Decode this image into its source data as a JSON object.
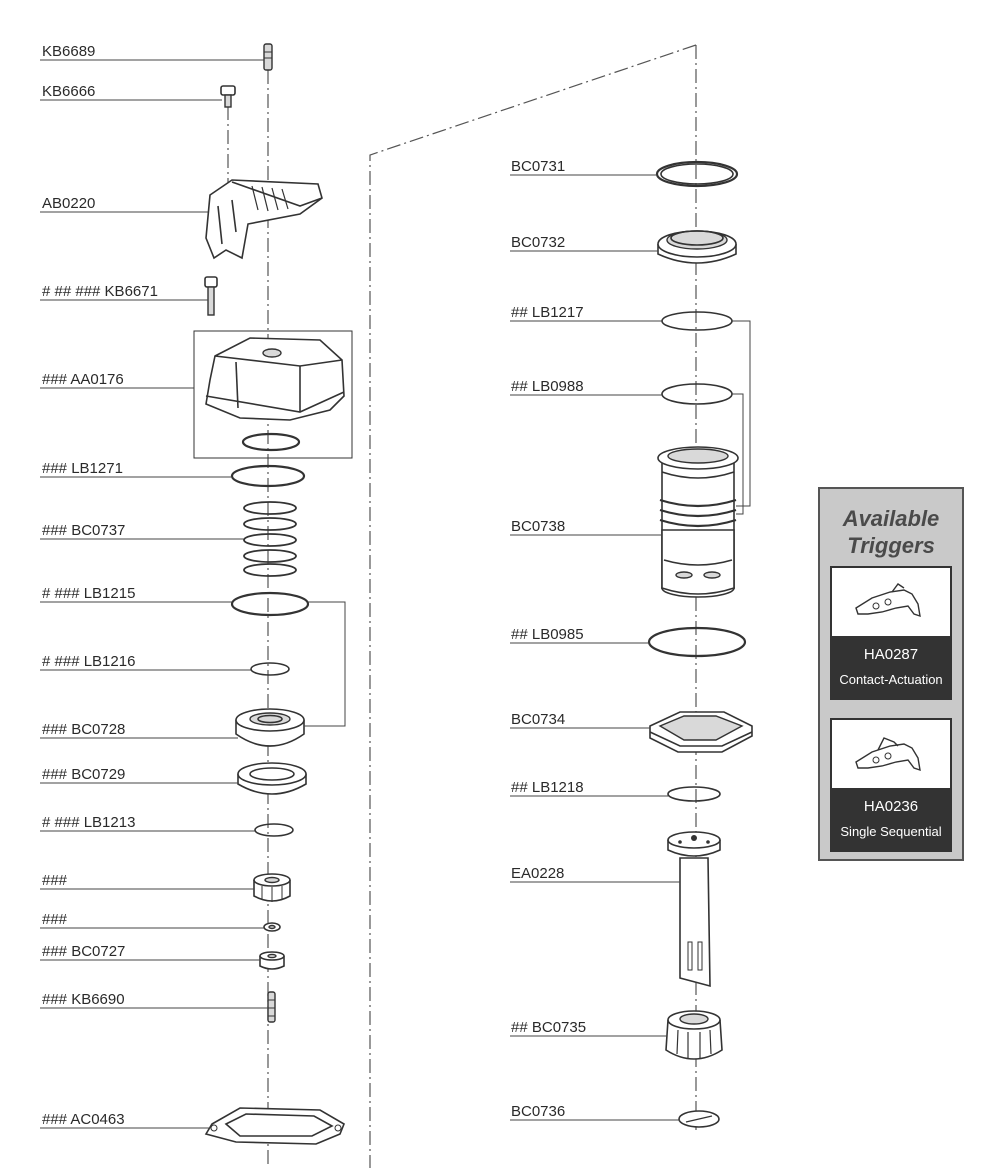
{
  "left_labels": [
    {
      "text": "KB6689"
    },
    {
      "text": "KB6666"
    },
    {
      "text": "AB0220"
    },
    {
      "text": "#  ##  ### KB6671"
    },
    {
      "text": "### AA0176"
    },
    {
      "text": "### LB1271"
    },
    {
      "text": "### BC0737"
    },
    {
      "text": "#  ### LB1215"
    },
    {
      "text": "#  ### LB1216"
    },
    {
      "text": "### BC0728"
    },
    {
      "text": "### BC0729"
    },
    {
      "text": "#  ### LB1213"
    },
    {
      "text": "###"
    },
    {
      "text": "###"
    },
    {
      "text": "### BC0727"
    },
    {
      "text": "### KB6690"
    },
    {
      "text": "### AC0463"
    }
  ],
  "right_labels": [
    {
      "text": "BC0731"
    },
    {
      "text": "BC0732"
    },
    {
      "text": "## LB1217"
    },
    {
      "text": "## LB0988"
    },
    {
      "text": "BC0738"
    },
    {
      "text": "## LB0985"
    },
    {
      "text": "BC0734"
    },
    {
      "text": "## LB1218"
    },
    {
      "text": "EA0228"
    },
    {
      "text": "## BC0735"
    },
    {
      "text": "BC0736"
    }
  ],
  "triggers": {
    "title_line1": "Available",
    "title_line2": "Triggers",
    "items": [
      {
        "code": "HA0287",
        "description": "Contact-Actuation"
      },
      {
        "code": "HA0236",
        "description": "Single Sequential"
      }
    ]
  }
}
